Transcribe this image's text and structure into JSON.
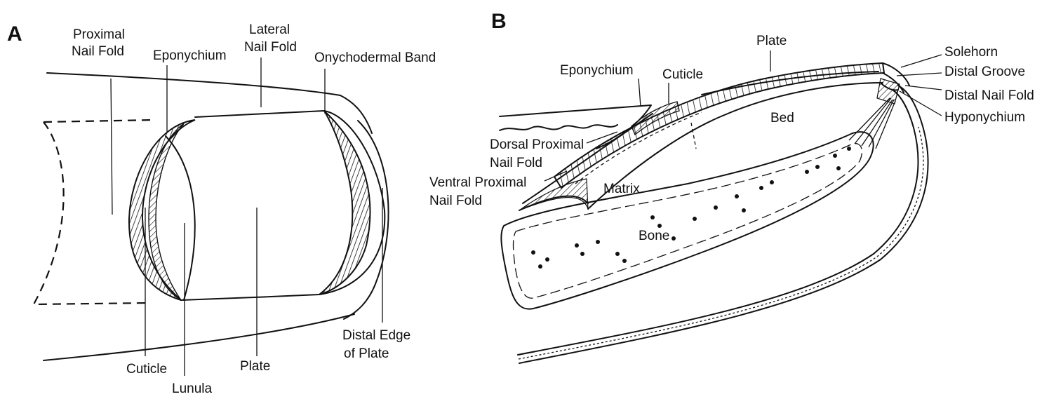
{
  "panel_a": {
    "letter": "A",
    "labels": {
      "proximal_nail_fold": [
        "Proximal",
        "Nail Fold"
      ],
      "eponychium": "Eponychium",
      "lateral_nail_fold": [
        "Lateral",
        "Nail Fold"
      ],
      "onychodermal_band": "Onychodermal Band",
      "cuticle": "Cuticle",
      "lunula": "Lunula",
      "plate": "Plate",
      "distal_edge_of_plate": [
        "Distal Edge",
        "of Plate"
      ]
    }
  },
  "panel_b": {
    "letter": "B",
    "labels": {
      "plate": "Plate",
      "eponychium": "Eponychium",
      "cuticle": "Cuticle",
      "solehorn": "Solehorn",
      "distal_groove": "Distal Groove",
      "distal_nail_fold": "Distal Nail Fold",
      "hyponychium": "Hyponychium",
      "bed": "Bed",
      "dorsal_proximal_nail_fold": [
        "Dorsal Proximal",
        "Nail Fold"
      ],
      "ventral_proximal_nail_fold": [
        "Ventral Proximal",
        "Nail Fold"
      ],
      "matrix": "Matrix",
      "bone": "Bone"
    }
  }
}
